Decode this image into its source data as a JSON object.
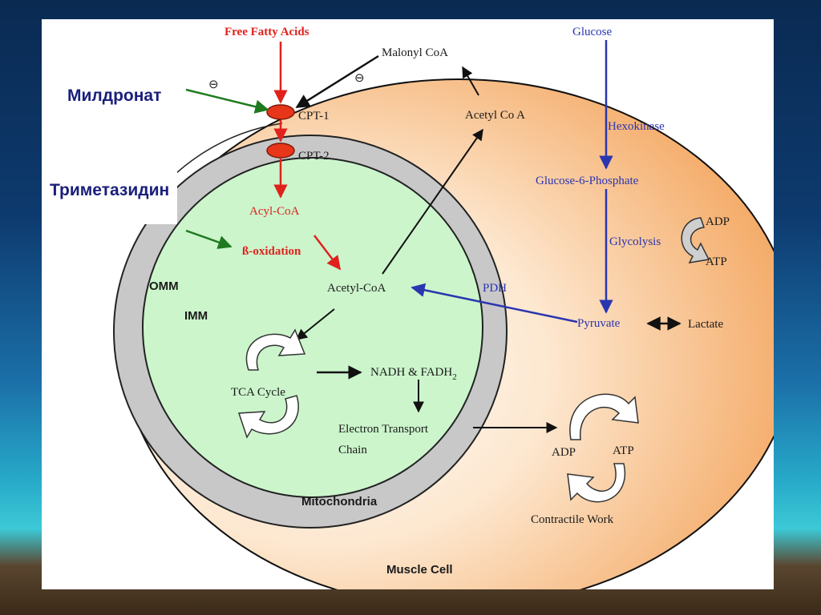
{
  "labels_ru": {
    "mildronate": "Милдронат",
    "trimetazidine": "Триметазидин"
  },
  "inhibition_symbol": "⊖",
  "diagram": {
    "free_fatty_acids": "Free Fatty Acids",
    "malonyl_coa": "Malonyl CoA",
    "cpt1": "CPT-1",
    "cpt2": "CPT-2",
    "acyl_coa": "Acyl-CoA",
    "beta_oxidation": "ß-oxidation",
    "acetyl_coa_mito": "Acetyl-CoA",
    "acetyl_coa_cyto": "Acetyl Co A",
    "omm": "OMM",
    "imm": "IMM",
    "tca_cycle": "TCA Cycle",
    "nadh_fadh": "NADH & FADH",
    "fadh_subscript": "2",
    "etc_line1": "Electron Transport",
    "etc_line2": "Chain",
    "mitochondria": "Mitochondria",
    "glucose": "Glucose",
    "hexokinase": "Hexokinase",
    "glucose_6_phosphate": "Glucose-6-Phosphate",
    "glycolysis": "Glycolysis",
    "adp_glycolysis": "ADP",
    "atp_glycolysis": "ATP",
    "pdh": "PDH",
    "pyruvate": "Pyruvate",
    "lactate": "Lactate",
    "adp_work": "ADP",
    "atp_work": "ATP",
    "contractile_work": "Contractile Work",
    "muscle_cell": "Muscle Cell"
  },
  "colors": {
    "fatty_acid_path": "#e0221c",
    "glucose_path": "#2a35b0",
    "inhibitor_arrow": "#1f7a1f",
    "cell_orange": "#f3a45c",
    "mito_green": "#ccf5cc",
    "membrane_gray": "#c8c8c8",
    "transporter": "#e8361a"
  }
}
